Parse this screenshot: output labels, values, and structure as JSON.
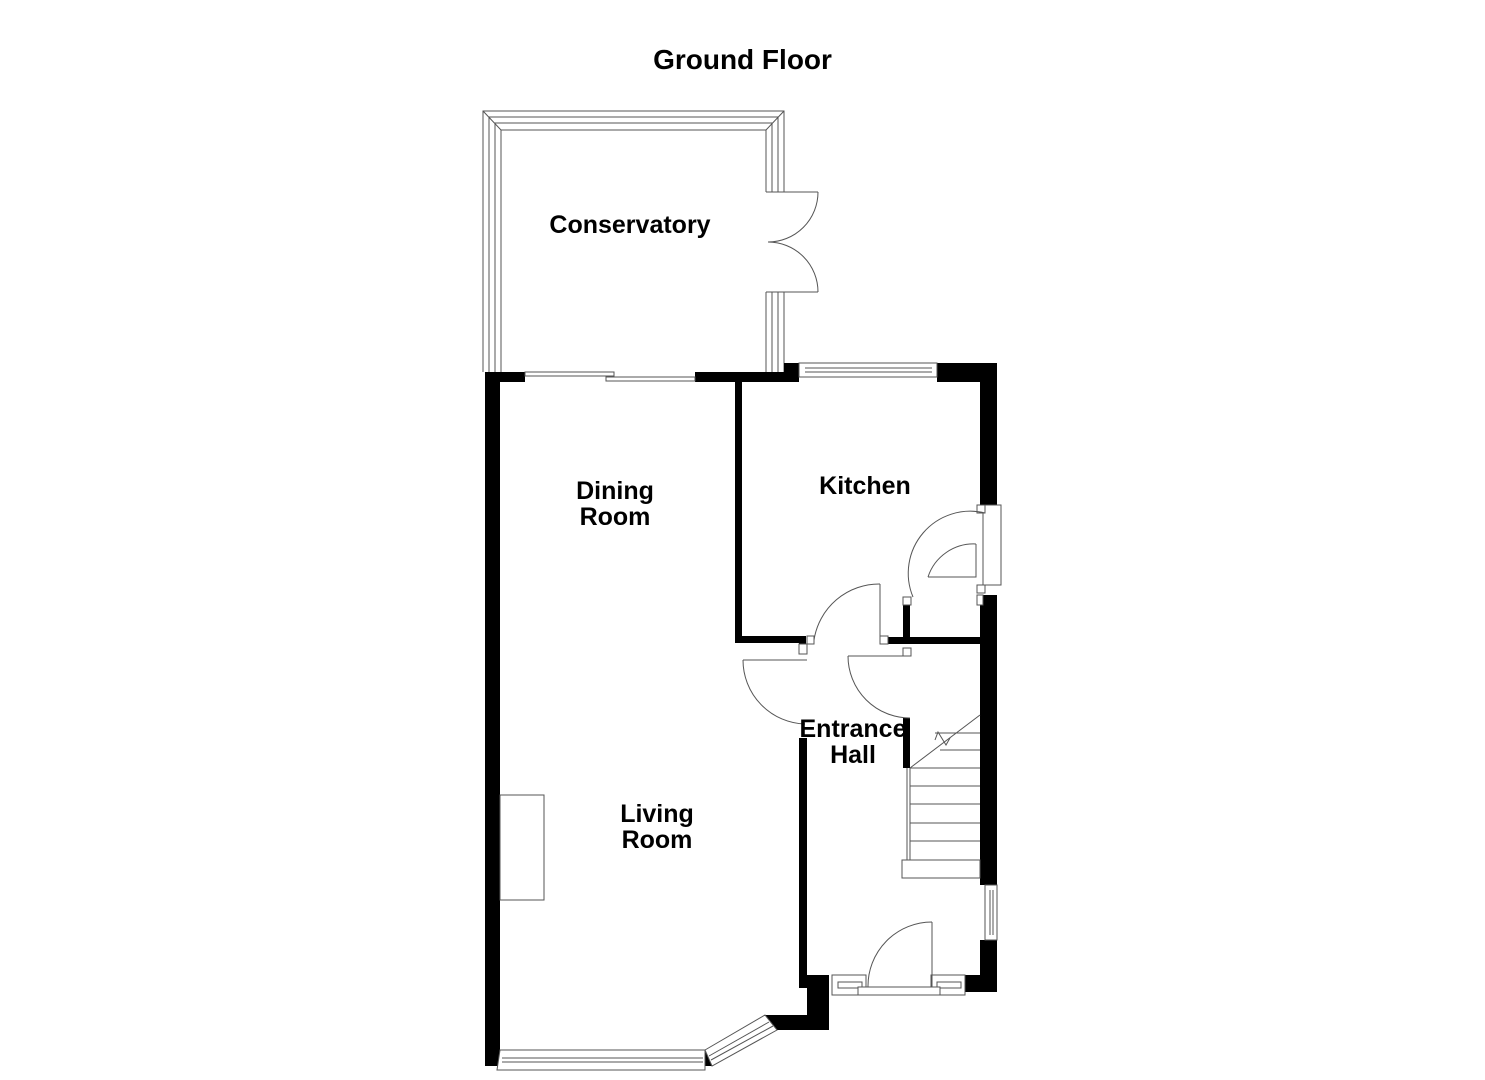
{
  "plan": {
    "title": "Ground Floor",
    "rooms": [
      {
        "name": "Conservatory",
        "label": "Conservatory"
      },
      {
        "name": "Dining Room",
        "label": "Dining\nRoom"
      },
      {
        "name": "Kitchen",
        "label": "Kitchen"
      },
      {
        "name": "Entrance Hall",
        "label": "Entrance\nHall"
      },
      {
        "name": "Living Room",
        "label": "Living\nRoom"
      }
    ],
    "colors": {
      "wall": "#000000",
      "line": "#555555",
      "background": "#ffffff"
    }
  }
}
